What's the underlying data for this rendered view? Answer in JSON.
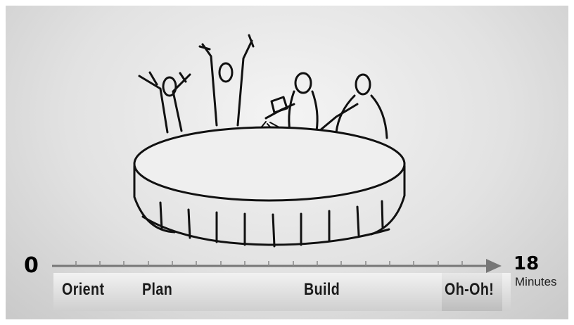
{
  "timeline": {
    "start_label": "0",
    "end_label": "18",
    "unit_label": "Minutes",
    "phases": [
      "Orient",
      "Plan",
      "Build",
      "Oh-Oh!"
    ]
  },
  "illustration": {
    "icon": "team-around-table-sketch"
  }
}
